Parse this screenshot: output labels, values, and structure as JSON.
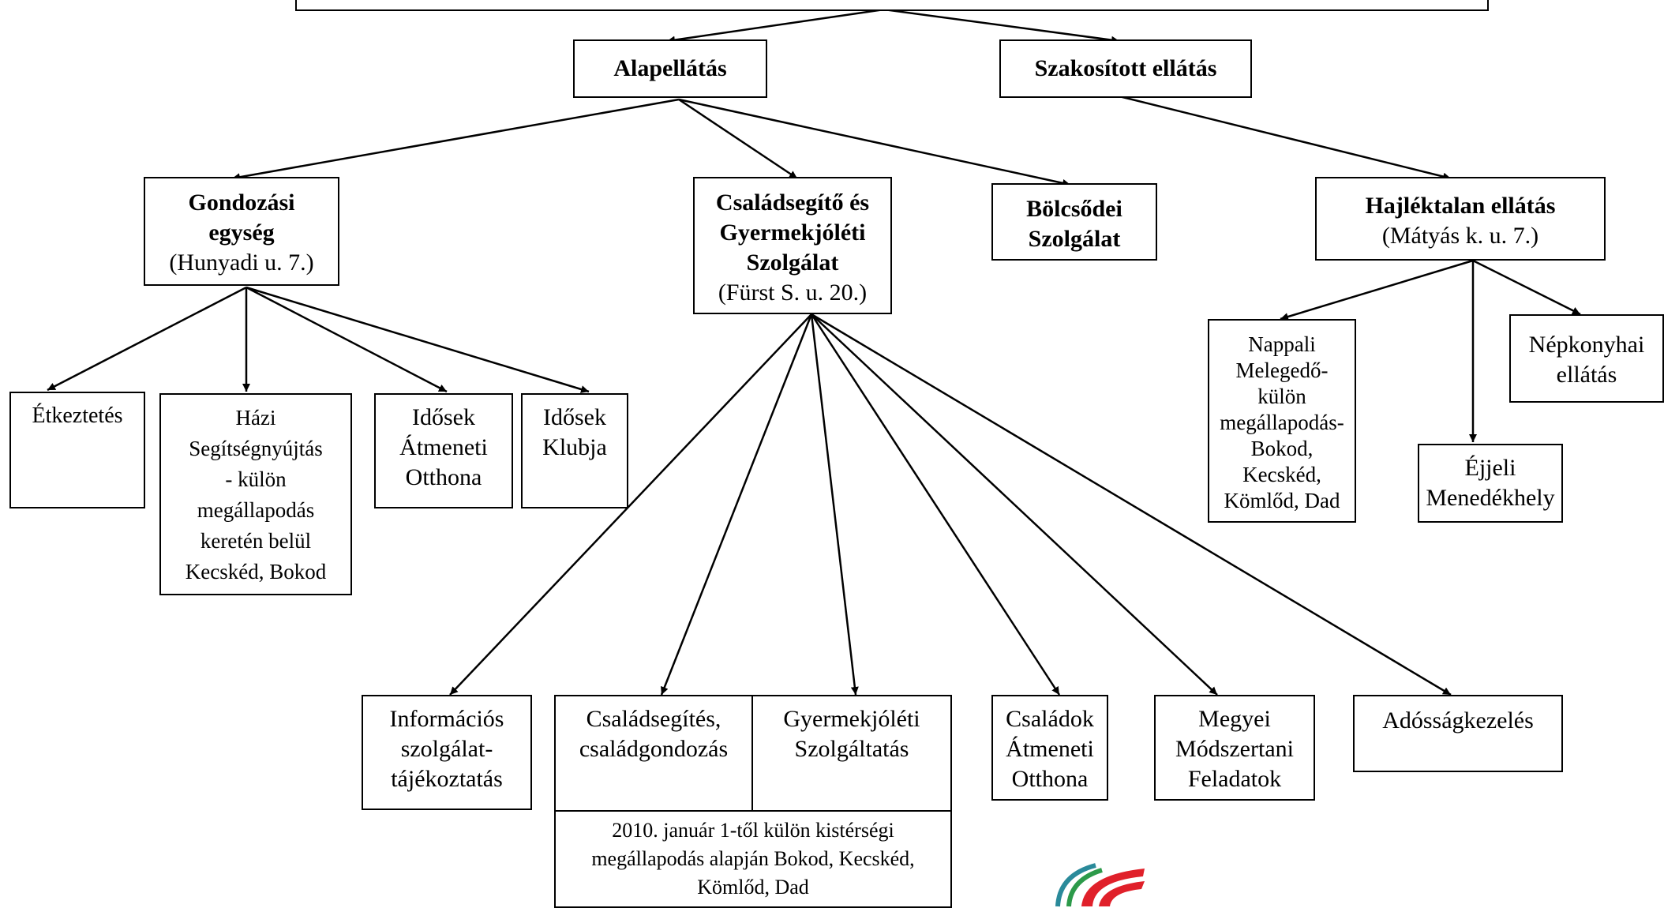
{
  "basic_care": "Alapellátás",
  "specialized_care": "Szakosított ellátás",
  "care_unit": {
    "title": "Gondozási\negység",
    "address": "(Hunyadi u. 7.)"
  },
  "family_service": {
    "title": "Családsegítő és\nGyermekjóléti\nSzolgálat",
    "address": "(Fürst S. u. 20.)"
  },
  "nursery": "Bölcsődei\nSzolgálat",
  "homeless": {
    "title": "Hajléktalan ellátás",
    "address": "(Mátyás k. u. 7.)"
  },
  "catering": "Étkeztetés",
  "home_help": "Házi\nSegítségnyújtás\n- külön\nmegállapodás\nkeretén belül\nKecskéd, Bokod",
  "elderly_temp_home": "Idősek\nÁtmeneti\nOtthona",
  "elderly_club": "Idősek\nKlubja",
  "day_warming": "Nappali\nMelegedő-\nkülön\nmegállapodás-\nBokod,\nKecskéd,\nKömlőd, Dad",
  "soup_kitchen": "Népkonyhai\nellátás",
  "night_shelter": "Éjjeli\nMenedékhely",
  "information_service": "Információs\nszolgálat-\ntájékoztatás",
  "family_help": "Családsegítés,\ncsaládgondozás",
  "child_welfare": "Gyermekjóléti\nSzolgáltatás",
  "agreement_note": "2010. január 1-től külön kistérségi\nmegállapodás alapján Bokod, Kecskéd,\nKömlőd, Dad",
  "family_temp_home": "Családok\nÁtmeneti\nOtthona",
  "county_method": "Megyei\nMódszertani\nFeladatok",
  "debt_management": "Adósságkezelés",
  "colors": {
    "logo_red": "#e0202a",
    "logo_teal": "#2a8a9a",
    "logo_green": "#2c9a4a"
  }
}
